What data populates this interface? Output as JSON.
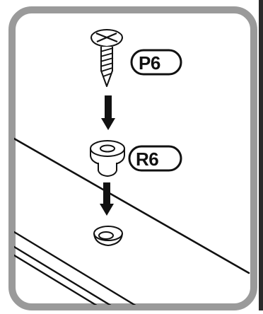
{
  "parts": [
    {
      "code": "P6",
      "item": "screw"
    },
    {
      "code": "R6",
      "item": "spacer"
    }
  ],
  "colors": {
    "outline": "#111111",
    "panel_border": "#9a9a9a",
    "background": "#ffffff"
  },
  "icons": [
    "screw-icon",
    "arrow-down-icon",
    "spacer-icon",
    "hole-insert-icon"
  ]
}
